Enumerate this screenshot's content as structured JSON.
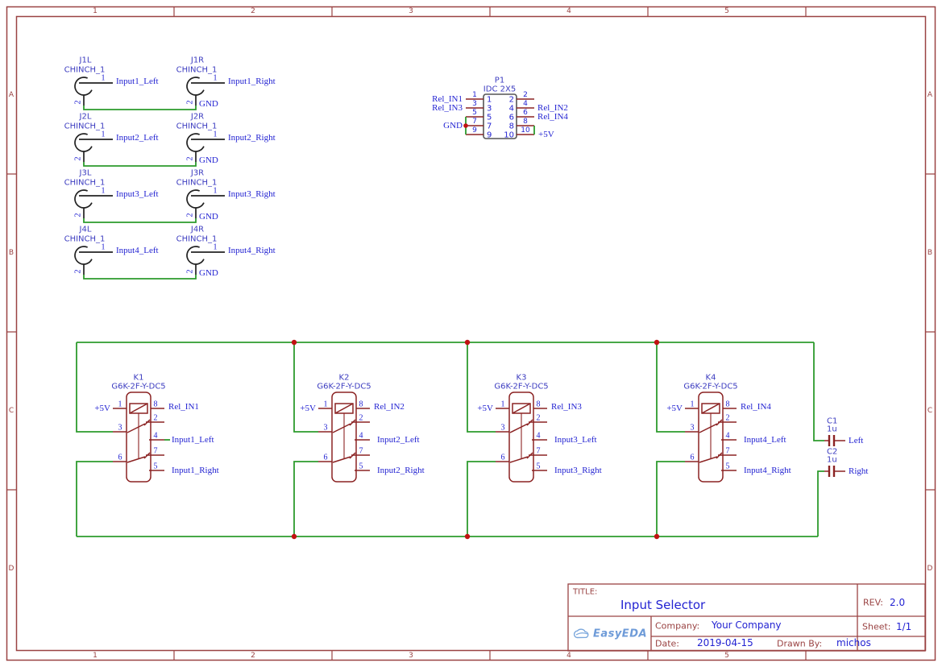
{
  "colors": {
    "frame": "#9a4343",
    "symbol": "#8b2323",
    "wire_green": "#2d9b2d",
    "net_label_blue": "#2323d2",
    "designator_blue": "#3c3cc0",
    "junction_red": "#c11212",
    "connector_black": "#222222",
    "ic_outline_gray": "#555555",
    "logo_blue": "#6e9bd8"
  },
  "frame": {
    "cols": [
      "1",
      "2",
      "3",
      "4",
      "5"
    ],
    "rows": [
      "A",
      "B",
      "C",
      "D"
    ]
  },
  "rca": [
    {
      "ref": "J1L",
      "part": "CHINCH_1",
      "pin1": "1",
      "pin2": "2",
      "net": "Input1_Left"
    },
    {
      "ref": "J1R",
      "part": "CHINCH_1",
      "pin1": "1",
      "pin2": "2",
      "net": "Input1_Right",
      "gnd": "GND"
    },
    {
      "ref": "J2L",
      "part": "CHINCH_1",
      "pin1": "1",
      "pin2": "2",
      "net": "Input2_Left"
    },
    {
      "ref": "J2R",
      "part": "CHINCH_1",
      "pin1": "1",
      "pin2": "2",
      "net": "Input2_Right",
      "gnd": "GND"
    },
    {
      "ref": "J3L",
      "part": "CHINCH_1",
      "pin1": "1",
      "pin2": "2",
      "net": "Input3_Left"
    },
    {
      "ref": "J3R",
      "part": "CHINCH_1",
      "pin1": "1",
      "pin2": "2",
      "net": "Input3_Right",
      "gnd": "GND"
    },
    {
      "ref": "J4L",
      "part": "CHINCH_1",
      "pin1": "1",
      "pin2": "2",
      "net": "Input4_Left"
    },
    {
      "ref": "J4R",
      "part": "CHINCH_1",
      "pin1": "1",
      "pin2": "2",
      "net": "Input4_Right",
      "gnd": "GND"
    }
  ],
  "idc": {
    "ref": "P1",
    "part": "IDC 2X5",
    "pins_left": [
      {
        "n": "1",
        "net": "Rel_IN1"
      },
      {
        "n": "3",
        "net": "Rel_IN3"
      },
      {
        "n": "5",
        "net": ""
      },
      {
        "n": "7",
        "net": "GND"
      },
      {
        "n": "9",
        "net": ""
      }
    ],
    "pins_right": [
      {
        "n": "2",
        "net": ""
      },
      {
        "n": "4",
        "net": "Rel_IN2"
      },
      {
        "n": "6",
        "net": "Rel_IN4"
      },
      {
        "n": "8",
        "net": ""
      },
      {
        "n": "10",
        "net": "+5V"
      }
    ]
  },
  "relays": [
    {
      "ref": "K1",
      "part": "G6K-2F-Y-DC5",
      "p1": "1",
      "p3": "3",
      "p6": "6",
      "p8": "8",
      "p2": "2",
      "p4": "4",
      "p7": "7",
      "p5": "5",
      "coil_net": "+5V",
      "ctrl_net": "Rel_IN1",
      "left_net": "Input1_Left",
      "right_net": "Input1_Right"
    },
    {
      "ref": "K2",
      "part": "G6K-2F-Y-DC5",
      "p1": "1",
      "p3": "3",
      "p6": "6",
      "p8": "8",
      "p2": "2",
      "p4": "4",
      "p7": "7",
      "p5": "5",
      "coil_net": "+5V",
      "ctrl_net": "Rel_IN2",
      "left_net": "Input2_Left",
      "right_net": "Input2_Right"
    },
    {
      "ref": "K3",
      "part": "G6K-2F-Y-DC5",
      "p1": "1",
      "p3": "3",
      "p6": "6",
      "p8": "8",
      "p2": "2",
      "p4": "4",
      "p7": "7",
      "p5": "5",
      "coil_net": "+5V",
      "ctrl_net": "Rel_IN3",
      "left_net": "Input3_Left",
      "right_net": "Input3_Right"
    },
    {
      "ref": "K4",
      "part": "G6K-2F-Y-DC5",
      "p1": "1",
      "p3": "3",
      "p6": "6",
      "p8": "8",
      "p2": "2",
      "p4": "4",
      "p7": "7",
      "p5": "5",
      "coil_net": "+5V",
      "ctrl_net": "Rel_IN4",
      "left_net": "Input4_Left",
      "right_net": "Input4_Right"
    }
  ],
  "caps": [
    {
      "ref": "C1",
      "value": "1u",
      "net": "Left"
    },
    {
      "ref": "C2",
      "value": "1u",
      "net": "Right"
    }
  ],
  "title_block": {
    "title_label": "TITLE:",
    "title": "Input Selector",
    "rev_label": "REV:",
    "rev": "2.0",
    "company_label": "Company:",
    "company": "Your Company",
    "sheet_label": "Sheet:",
    "sheet": "1/1",
    "date_label": "Date:",
    "date": "2019-04-15",
    "drawn_label": "Drawn By:",
    "drawn_by": "michos",
    "logo_text": "EasyEDA"
  }
}
